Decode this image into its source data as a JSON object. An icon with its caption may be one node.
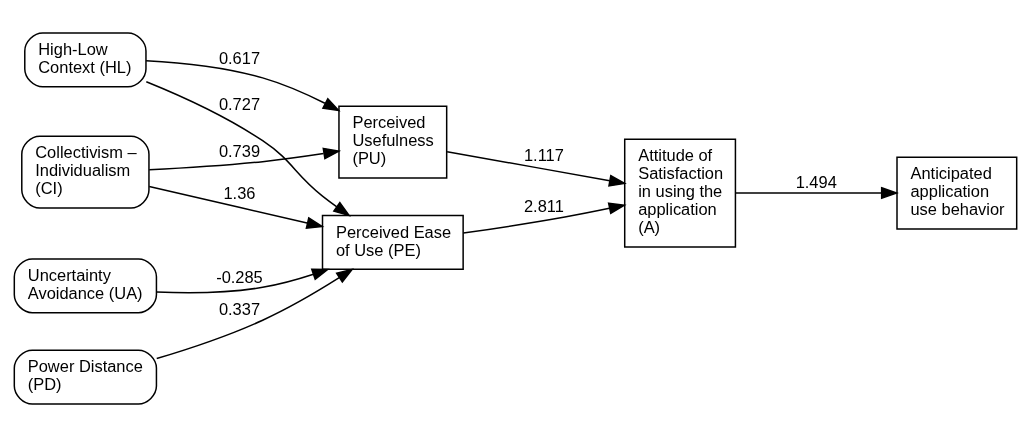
{
  "diagram": {
    "nodes": [
      {
        "text": [
          "High-Low Context (HL)"
        ]
      },
      {
        "text": [
          "Collectivism – Individualism (CI)"
        ]
      },
      {
        "text": [
          "Uncertainty Avoidance (UA)"
        ]
      },
      {
        "text": [
          "Power Distance (PD)"
        ]
      },
      {
        "text": [
          "Perceived Usefulness (PU)"
        ]
      },
      {
        "text": [
          "Perceived Ease of Use (PE)"
        ]
      },
      {
        "text": [
          "Attitude of Satisfaction in using the application (A)"
        ]
      },
      {
        "text": [
          "Anticipated application use behavior"
        ]
      }
    ],
    "edges": [
      {
        "from": 0,
        "to": 4,
        "arrow": "to",
        "label": "0.617"
      },
      {
        "from": 0,
        "to": 5,
        "arrow": "to",
        "label": "0.727"
      },
      {
        "from": 1,
        "to": 4,
        "arrow": "to",
        "label": "0.739"
      },
      {
        "from": 1,
        "to": 5,
        "arrow": "to",
        "label": "1.36"
      },
      {
        "from": 2,
        "to": 5,
        "arrow": "to",
        "label": "-0.285"
      },
      {
        "from": 3,
        "to": 5,
        "arrow": "to",
        "label": "0.337"
      },
      {
        "from": 4,
        "to": 6,
        "arrow": "to",
        "label": "1.117"
      },
      {
        "from": 5,
        "to": 6,
        "arrow": "to",
        "label": "2.811"
      },
      {
        "from": 6,
        "to": 7,
        "arrow": "to",
        "label": "1.494"
      }
    ]
  }
}
